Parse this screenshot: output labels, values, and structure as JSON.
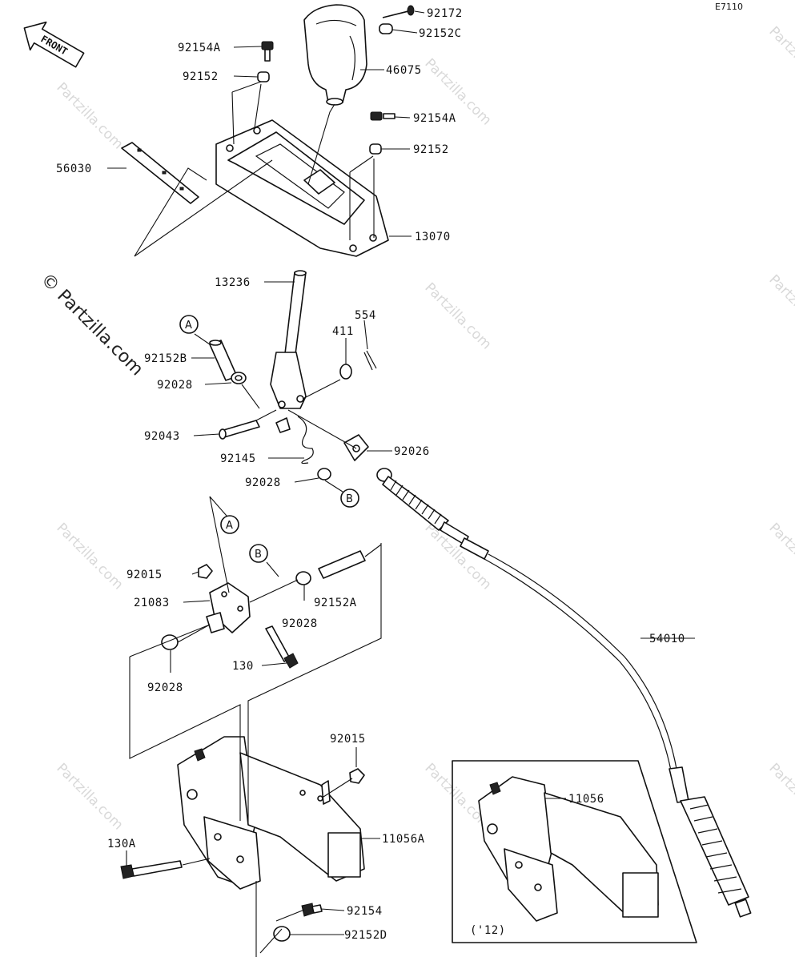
{
  "diagram_code": "E7110",
  "front_label": "FRONT",
  "watermark": "© Partzilla.com",
  "watermark_small": "Partzilla.com",
  "labels": {
    "p92172": "92172",
    "p92152C": "92152C",
    "p92154A_top": "92154A",
    "p92152_top": "92152",
    "p46075": "46075",
    "p92154A_right": "92154A",
    "p92152_right": "92152",
    "p56030": "56030",
    "p13070": "13070",
    "p13236": "13236",
    "p554": "554",
    "p411": "411",
    "p92152B": "92152B",
    "p92028_a": "92028",
    "p92043": "92043",
    "p92026": "92026",
    "p92145": "92145",
    "p92028_b": "92028",
    "p92015_a": "92015",
    "p21083": "21083",
    "p92152A": "92152A",
    "p92028_c": "92028",
    "p130": "130",
    "p92028_d": "92028",
    "p54010": "54010",
    "p92015_b": "92015",
    "p11056A": "11056A",
    "p130A": "130A",
    "p92154": "92154",
    "p92152D": "92152D",
    "p11056": "11056",
    "inset_year": "('12)"
  },
  "callouts": {
    "a_top": "A",
    "b_top": "B",
    "a_mid": "A",
    "b_mid": "B"
  }
}
